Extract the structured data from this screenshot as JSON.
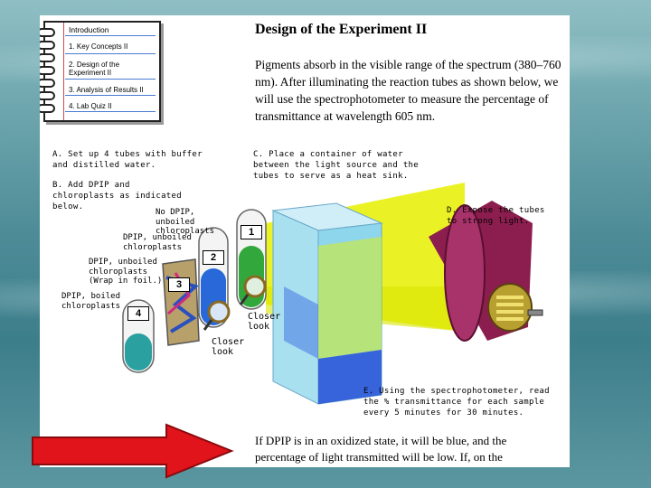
{
  "menu": {
    "title": "Introduction",
    "items": [
      "1. Key Concepts  II",
      "2. Design of the Experiment  II",
      "3. Analysis of Results  II",
      "4. Lab Quiz II"
    ]
  },
  "heading": "Design of the Experiment II",
  "paragraph": "Pigments absorb in the visible range of the spectrum (380–760 nm). After illuminating the reaction tubes as shown below, we will use the spectrophotometer to measure the percentage of transmittance at wavelength 605 nm.",
  "steps": {
    "a": "A. Set up 4 tubes with buffer and distilled water.",
    "b": "B. Add DPIP and chloroplasts as indicated below.",
    "c": "C. Place a container of water between the light source and the tubes to serve as a heat sink.",
    "d": "D. Expose the tubes to strong light.",
    "e": "E. Using the spectrophotometer, read the % transmittance for each sample every 5 minutes for 30 minutes."
  },
  "tubes": [
    {
      "number": "1",
      "label": "No DPIP, unboiled chloroplasts"
    },
    {
      "number": "2",
      "label": "DPIP, unboiled chloroplasts"
    },
    {
      "number": "3",
      "label": "DPIP, unboiled chloroplasts (Wrap in foil.)"
    },
    {
      "number": "4",
      "label": "DPIP, boiled chloroplasts"
    }
  ],
  "closer_look": "Closer look",
  "bottom_text": "If DPIP is in an oxidized state, it will be blue, and the percentage of light transmitted will be low. If, on the",
  "colors": {
    "next_arrow": "#e0141a",
    "tube_blue": "#1e50c8",
    "tube_green": "#32a83c",
    "heat_sink_water": "#7fd0e8",
    "light_beam": "#e6f000",
    "lamp_body": "#8c1e4f"
  },
  "icons": [
    "notebook-icon",
    "magnifier-icon",
    "lamp-icon",
    "next-arrow-icon"
  ]
}
